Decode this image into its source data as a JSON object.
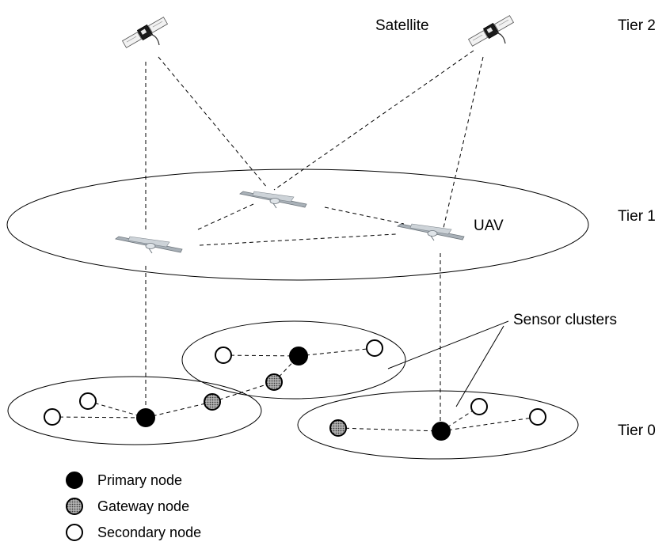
{
  "labels": {
    "satellite": "Satellite",
    "uav": "UAV",
    "sensor_clusters": "Sensor clusters",
    "tiers": [
      "Tier 2",
      "Tier 1",
      "Tier 0"
    ]
  },
  "legend": [
    {
      "type": "primary",
      "label": "Primary node"
    },
    {
      "type": "gateway",
      "label": "Gateway node"
    },
    {
      "type": "secondary",
      "label": "Secondary node"
    }
  ],
  "colors": {
    "primary": "#000000",
    "gateway": "#8c8c8c",
    "secondary": "#ffffff",
    "line": "#000000",
    "uav_body": "#9aa3ab"
  }
}
